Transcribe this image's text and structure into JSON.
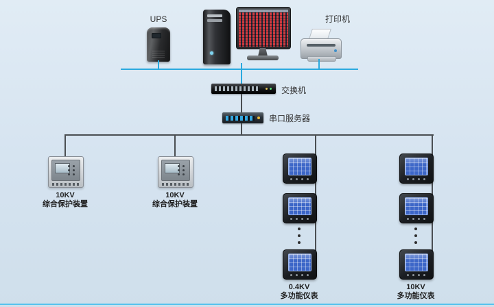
{
  "diagram": {
    "ups_label": "UPS",
    "printer_label": "打印机",
    "switch_label": "交换机",
    "serial_server_label": "串口服务器",
    "protection1_kv": "10KV",
    "protection1_label": "综合保护装置",
    "protection2_kv": "10KV",
    "protection2_label": "综合保护装置",
    "meter_col1_kv": "0.4KV",
    "meter_col1_label": "多功能仪表",
    "meter_col2_kv": "10KV",
    "meter_col2_label": "多功能仪表"
  },
  "colors": {
    "background": "#d5e3f0",
    "network_line": "#2aa9df",
    "branch_line": "#4a4e52",
    "meter_screen": "#3c66c8"
  }
}
